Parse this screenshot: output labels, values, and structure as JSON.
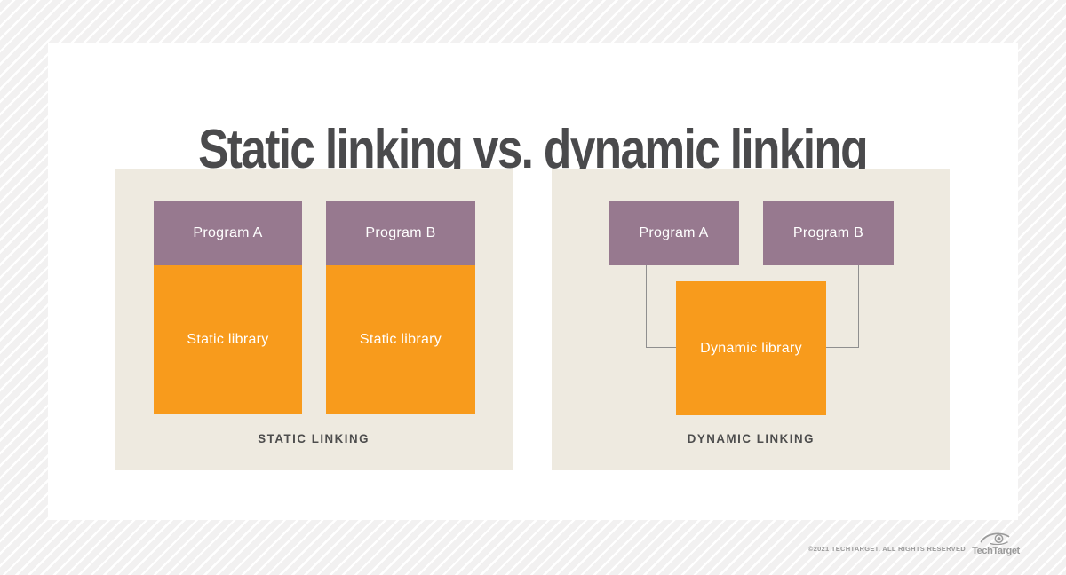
{
  "title": "Static linking vs. dynamic linking",
  "panels": {
    "static": {
      "caption": "STATIC LINKING",
      "columns": [
        {
          "program": "Program A",
          "library": "Static library"
        },
        {
          "program": "Program B",
          "library": "Static library"
        }
      ]
    },
    "dynamic": {
      "caption": "DYNAMIC LINKING",
      "programs": [
        {
          "label": "Program A"
        },
        {
          "label": "Program B"
        }
      ],
      "library": "Dynamic library"
    }
  },
  "footer": {
    "copyright": "©2021 TECHTARGET. ALL RIGHTS RESERVED",
    "brand": "TechTarget"
  },
  "colors": {
    "page_bg": "#f2f1f1",
    "stripe": "#ffffff",
    "card_bg": "#ffffff",
    "panel_bg": "#eeeae0",
    "program_box": "#97798f",
    "library_box": "#f89b1c",
    "box_text": "#ffffff",
    "title_text": "#4a4a4c",
    "caption_text": "#4d4d4d",
    "connector_line": "#8f8f8f",
    "footer_text": "#9b9b9b"
  }
}
